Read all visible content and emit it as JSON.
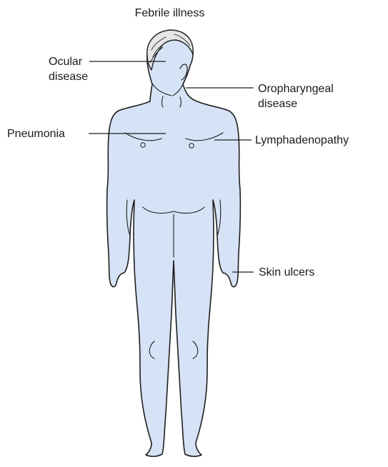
{
  "title": "Febrile illness",
  "labels": {
    "ocular": "Ocular\ndisease",
    "oropharyngeal": "Oropharyngeal\ndisease",
    "pneumonia": "Pneumonia",
    "lymphadenopathy": "Lymphadenopathy",
    "skin_ulcers": "Skin ulcers"
  },
  "colors": {
    "skin": "#d6e2f6",
    "hair": "#e6e6e6",
    "outline": "#1f1f1f"
  }
}
